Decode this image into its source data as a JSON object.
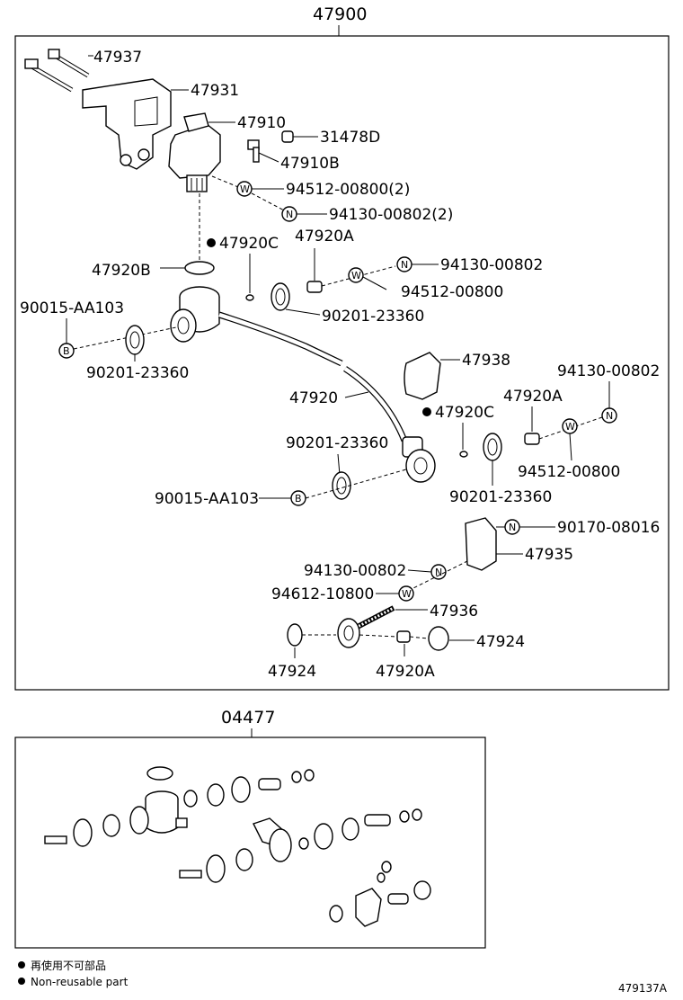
{
  "assembly_main": "47900",
  "assembly_kit": "04477",
  "diagram_id": "479137A",
  "legend": {
    "line1": "再使用不可部品",
    "line2": "Non-reusable part"
  },
  "circle_letters": {
    "washer": "W",
    "nut": "N",
    "bolt": "B"
  },
  "labels": {
    "p47937": "47937",
    "p47931": "47931",
    "p47910": "47910",
    "p31478D": "31478D",
    "p47910B": "47910B",
    "p94512_00800_2": "94512-00800(2)",
    "p94130_00802_2": "94130-00802(2)",
    "p47920C_a": "47920C",
    "p47920A_a": "47920A",
    "p47920B": "47920B",
    "p94130_00802_a": "94130-00802",
    "p94512_00800_a": "94512-00800",
    "p90015_AA103_a": "90015-AA103",
    "p90201_23360_a": "90201-23360",
    "p90201_23360_b": "90201-23360",
    "p47938": "47938",
    "p94130_00802_b": "94130-00802",
    "p47920": "47920",
    "p47920C_b": "47920C",
    "p47920A_b": "47920A",
    "p90201_23360_c": "90201-23360",
    "p94512_00800_b": "94512-00800",
    "p90015_AA103_b": "90015-AA103",
    "p90201_23360_d": "90201-23360",
    "p90170_08016": "90170-08016",
    "p94130_00802_c": "94130-00802",
    "p47935": "47935",
    "p94612_10800": "94612-10800",
    "p47936": "47936",
    "p47924_a": "47924",
    "p47924_b": "47924",
    "p47920A_c": "47920A"
  }
}
